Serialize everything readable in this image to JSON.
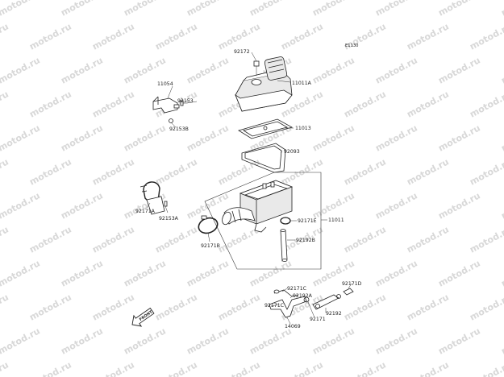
{
  "watermark": "motod.ru",
  "diagram_ref": "E1130",
  "front_label": "FRONT",
  "labels": {
    "p92172": "92172",
    "p11011A": "11011A",
    "p11054": "11054",
    "p92153": "92153",
    "p92153B": "92153B",
    "p11013": "11013",
    "p92093": "92093",
    "p11011": "11011",
    "p92171A": "92171A",
    "p92153A": "92153A",
    "p92171E": "92171E",
    "p92192B": "92192B",
    "p92171B": "92171B",
    "p92171D": "92171D",
    "p92171C_top": "92171C",
    "p92192A": "92192A",
    "p92171C_left": "92171C",
    "p92192": "92192",
    "p92171": "92171",
    "p14069": "14069"
  }
}
